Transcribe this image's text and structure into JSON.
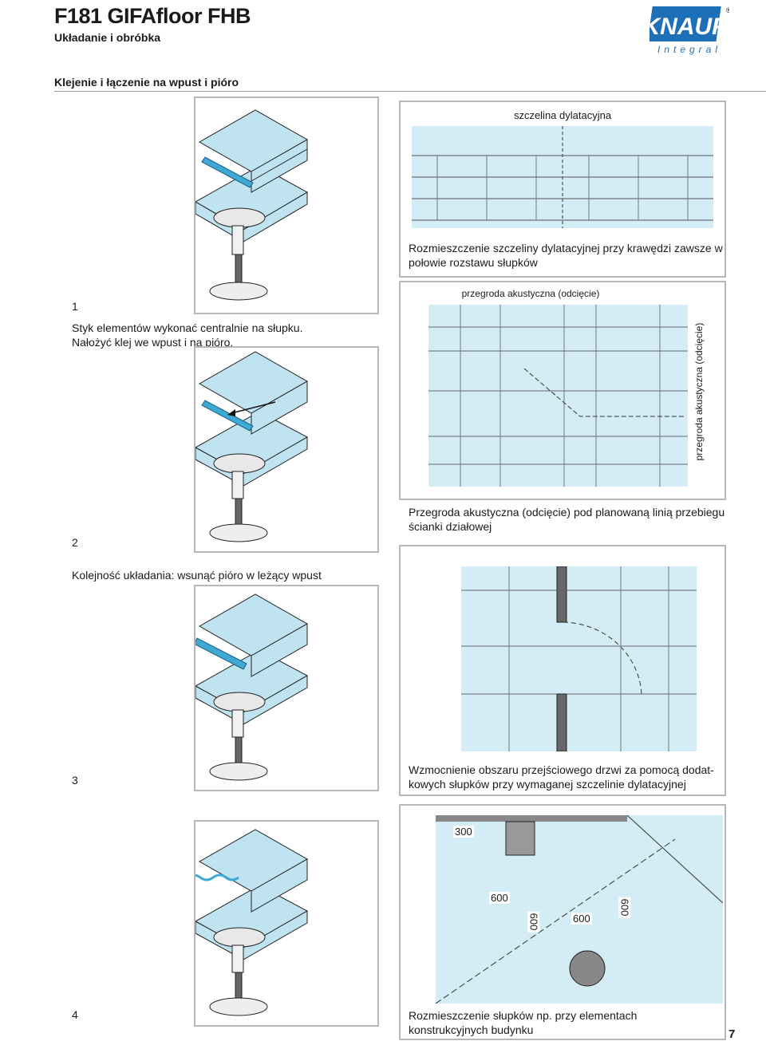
{
  "header": {
    "title": "F181 GIFAfloor FHB",
    "subtitle": "Układanie i obróbka",
    "logo": {
      "brand": "KNAUF",
      "sub": "Integral",
      "mark": "®"
    }
  },
  "section_title": "Klejenie i łączenie na wpust i pióro",
  "steps": [
    {
      "number": "1",
      "text_line1": "Styk elementów wykonać centralnie na słupku.",
      "text_line2": "Nałożyć klej we wpust i na pióro."
    },
    {
      "number": "2",
      "text": "Kolejność układania: wsunąć pióro w leżący wpust"
    },
    {
      "number": "3"
    },
    {
      "number": "4"
    }
  ],
  "plans": [
    {
      "label": "szczelina dylatacyjna",
      "caption_line1": "Rozmieszczenie szczeliny dylatacyjnej przy krawędzi zawsze w",
      "caption_line2": "połowie rozstawu słupków"
    },
    {
      "label_top": "przegroda akustyczna (odcięcie)",
      "label_side": "przegroda akustyczna (odcięcie)",
      "caption_line1": "Przegroda akustyczna (odcięcie) pod planowaną linią przebiegu",
      "caption_line2": "ścianki działowej"
    },
    {
      "caption_line1": "Wzmocnienie obszaru przejściowego drzwi za pomocą dodat-",
      "caption_line2": "kowych słupków przy wymaganej szczelinie dylatacyjnej"
    },
    {
      "dim_300": "300",
      "dim_600a": "600",
      "dim_600b": "600",
      "dim_600c": "600",
      "dim_600d": "600",
      "caption_line1": "Rozmieszczenie słupków np. przy elementach",
      "caption_line2": "konstrukcyjnych budynku"
    }
  ],
  "page_number": "7",
  "colors": {
    "panel": "#bfe3f1",
    "plan_bg": "#d3ecf5",
    "glue": "#3fa9d6",
    "frame": "#b7b7b7",
    "logo": "#1d70b8"
  }
}
